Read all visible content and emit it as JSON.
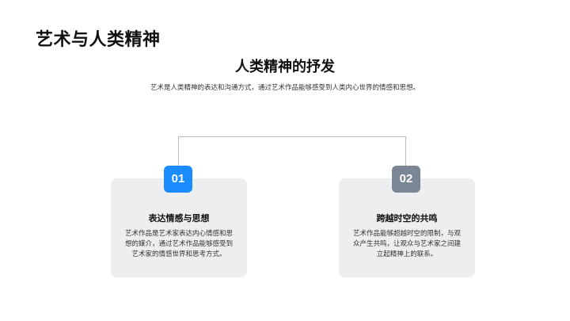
{
  "slide": {
    "title": "艺术与人类精神"
  },
  "section": {
    "title": "人类精神的抒发",
    "description": "艺术是人类精神的表达和沟通方式，通过艺术作品能够感受到人类内心世界的情感和思想。"
  },
  "cards": [
    {
      "number": "01",
      "badge_color": "#1a8cff",
      "title": "表达情感与思想",
      "text": "艺术作品是艺术家表达内心情感和思想的媒介，通过艺术作品能够感受到艺术家的情感世界和思考方式。"
    },
    {
      "number": "02",
      "badge_color": "#7a8595",
      "title": "跨越时空的共鸣",
      "text": "艺术作品能够超越时空的限制，与观众产生共鸣，让观众与艺术家之间建立起精神上的联系。"
    }
  ]
}
